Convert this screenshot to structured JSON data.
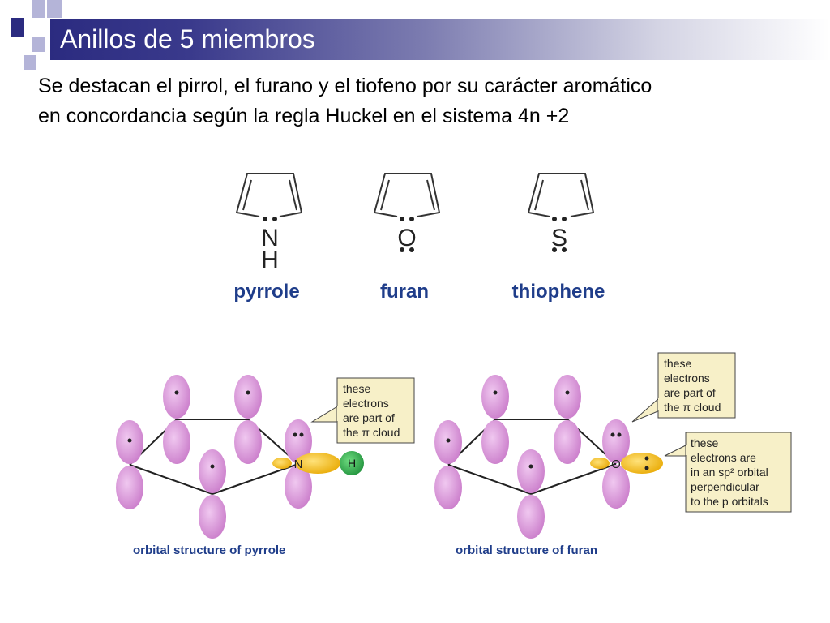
{
  "slide": {
    "title": "Anillos de 5 miembros",
    "body_lines": [
      "Se destacan el pirrol, el furano y el tiofeno por su carácter aromático",
      "en concordancia según la regla Huckel en el sistema 4n +2"
    ]
  },
  "structures": {
    "pyrrole": {
      "name": "pyrrole",
      "heteroatom": "N",
      "substituent": "H"
    },
    "furan": {
      "name": "furan",
      "heteroatom": "O"
    },
    "thiophene": {
      "name": "thiophene",
      "heteroatom": "S"
    },
    "label_color": "#1f3d8a"
  },
  "orbital_pyrrole": {
    "caption": "orbital structure of pyrrole",
    "atom_n": "N",
    "atom_h": "H",
    "callout_lines": [
      "these",
      "electrons",
      "are part of",
      "the π cloud"
    ]
  },
  "orbital_furan": {
    "caption": "orbital structure of furan",
    "atom_o": "O",
    "callout_top_lines": [
      "these",
      "electrons",
      "are part of",
      "the π cloud"
    ],
    "callout_bottom_lines": [
      "these",
      "electrons are",
      "in an sp² orbital",
      "perpendicular",
      "to the p orbitals"
    ]
  },
  "colors": {
    "title_bar": "#2b2b80",
    "square_dark": "#2b2b80",
    "square_light": "#aaaad0",
    "lobe": "#d89ad8",
    "sp2_lobe": "#f2b800",
    "h_orbital": "#2aa84a",
    "callout_bg": "#f7f0c8",
    "caption": "#1f3d8a"
  }
}
